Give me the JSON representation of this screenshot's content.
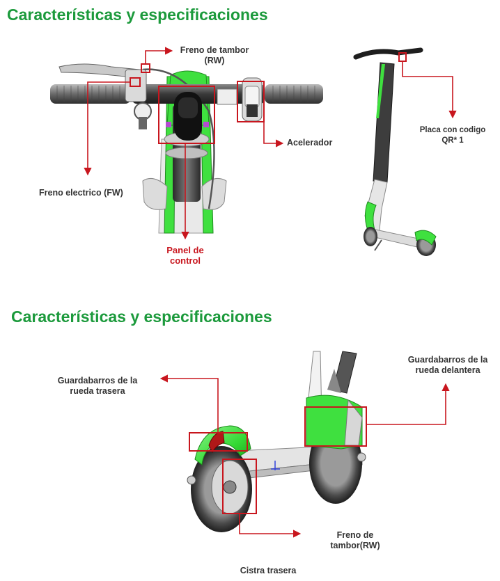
{
  "sections": [
    {
      "title": "Características y especificaciones",
      "labels": {
        "drum_brake": "Freno de tambor\n(RW)",
        "accelerator": "Acelerador",
        "electric_brake": "Freno electrico (FW)",
        "control_panel": "Panel de\ncontrol",
        "qr_plate": "Placa con codigo\nQR* 1"
      }
    },
    {
      "title": "Características y especificaciones",
      "labels": {
        "rear_fender": "Guardabarros de la\nrueda trasera",
        "front_fender": "Guardabarros de la\nrueda delantera",
        "drum_brake": "Freno de\ntambor(RW)",
        "rear_wheel": "Cistra trasera"
      }
    }
  ],
  "colors": {
    "title_green": "#1c9a3c",
    "callout_red": "#c8161e",
    "scooter_green": "#3fe03f",
    "label_gray": "#333333"
  }
}
